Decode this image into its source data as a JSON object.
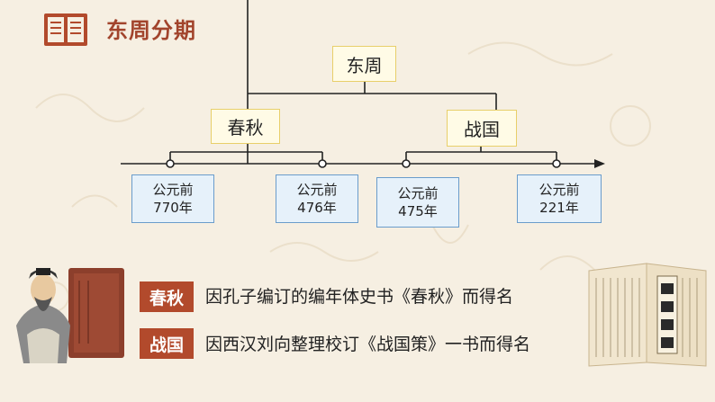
{
  "header": {
    "title": "东周分期"
  },
  "diagram": {
    "root": "东周",
    "periods": [
      {
        "name": "春秋",
        "start": {
          "line1": "公元前",
          "line2": "770年"
        },
        "end": {
          "line1": "公元前",
          "line2": "476年"
        }
      },
      {
        "name": "战国",
        "start": {
          "line1": "公元前",
          "line2": "475年"
        },
        "end": {
          "line1": "公元前",
          "line2": "221年"
        }
      }
    ]
  },
  "notes": [
    {
      "tag": "春秋",
      "text": "因孔子编订的编年体史书《春秋》而得名"
    },
    {
      "tag": "战国",
      "text": "因西汉刘向整理校订《战国策》一书而得名"
    }
  ],
  "colors": {
    "accent": "#b24a2c",
    "yellow_box": "#fffbe6",
    "blue_box": "#e6f1fa"
  },
  "icons": {
    "header": "book-icon"
  }
}
